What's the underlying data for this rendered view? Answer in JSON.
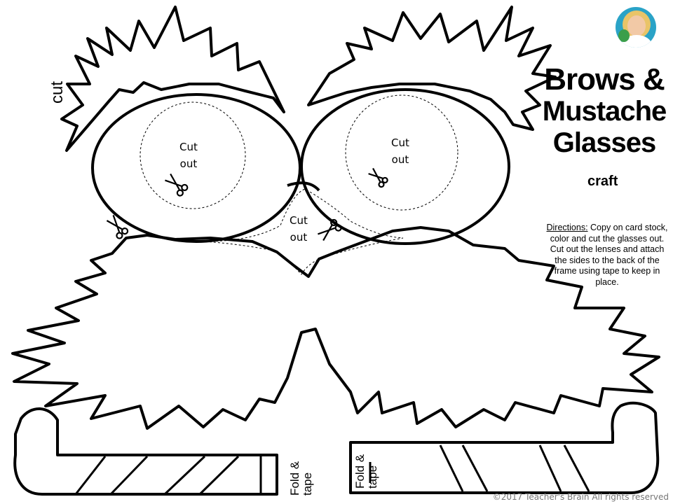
{
  "title": {
    "line1": "Brows &",
    "line2": "Mustache",
    "line3": "Glasses",
    "subtitle": "craft"
  },
  "directions": {
    "label": "Directions:",
    "text": "  Copy on card stock, color and cut the glasses out.  Cut out the lenses and attach the sides to the back of the frame using tape to keep in place."
  },
  "labels": {
    "cut": "cut",
    "cut_out_left": [
      "Cut",
      "out"
    ],
    "cut_out_right": [
      "Cut",
      "out"
    ],
    "cut_out_nose": [
      "Cut",
      "out"
    ],
    "fold_tape_left": [
      "Fold &",
      "tape"
    ],
    "fold_tape_right": [
      "Fold &",
      "tape"
    ]
  },
  "copyright": "©2017 Teacher's Brain All rights reserved",
  "icons": [
    "scissors-icon",
    "author-avatar"
  ]
}
